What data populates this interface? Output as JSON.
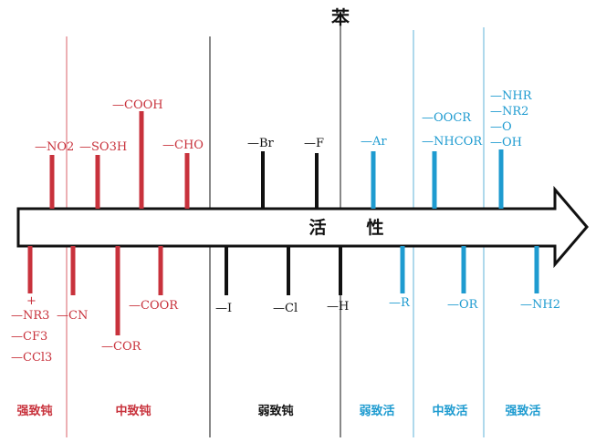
{
  "title": "苯",
  "arrow_label": [
    "活",
    "性"
  ],
  "colors": {
    "deactivating": "#c8323c",
    "weak": "#111111",
    "activating": "#1e9bd0",
    "red_divider": "#d9606a",
    "blue_divider": "#5fb3d9"
  },
  "groups": {
    "strong_deact": {
      "label": "强致钝",
      "items": [
        "—NR3",
        "—CF3",
        "—CCl3"
      ],
      "cn": "—CN"
    },
    "mid_deact": {
      "label": "中致钝",
      "items": [
        "—NO2",
        "—SO3H",
        "—COOH",
        "—CHO",
        "—COR",
        "—COOR"
      ]
    },
    "weak_deact": {
      "label": "弱致钝",
      "items": [
        "—Br",
        "—F",
        "—I",
        "—Cl",
        "—H"
      ]
    },
    "weak_act": {
      "label": "弱致活",
      "items": [
        "—Ar",
        "—R"
      ]
    },
    "mid_act": {
      "label": "中致活",
      "items": [
        "—OOCR",
        "—NHCOR",
        "—OR"
      ]
    },
    "strong_act": {
      "label": "强致活",
      "items": [
        "—NHR",
        "—NR2",
        "—O",
        "—OH",
        "—NH2"
      ]
    }
  }
}
